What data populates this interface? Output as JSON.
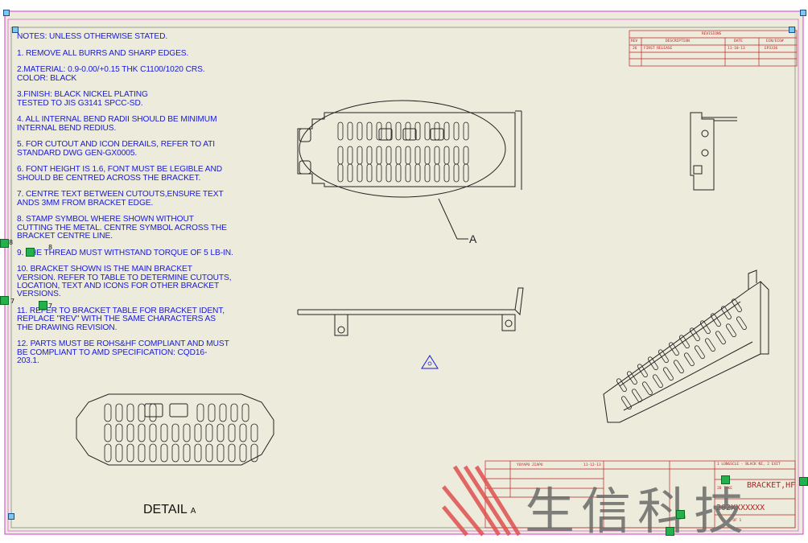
{
  "notes": [
    "NOTES: UNLESS OTHERWISE STATED.",
    "1. REMOVE ALL BURRS AND SHARP EDGES.",
    "2.MATERIAL: 0.9-0.00/+0.15 THK C1100/1020 CRS.\nCOLOR: BLACK",
    "3.FINISH: BLACK NICKEL PLATING\n   TESTED TO JIS G3141 SPCC-SD.",
    "4. ALL INTERNAL BEND RADII SHOULD BE MINIMUM\nINTERNAL BEND REDIUS.",
    "5. FOR CUTOUT AND ICON DERAILS, REFER TO ATI\nSTANDARD DWG GEN-GX0005.",
    "6. FONT HEIGHT IS 1.6, FONT MUST BE LEGIBLE AND\nSHOULD BE CENTRED ACROSS THE BRACKET.",
    "7. CENTRE TEXT BETWEEN CUTOUTS,ENSURE TEXT\nANDS 3MM FROM BRACKET EDGE.",
    "8. STAMP SYMBOL WHERE SHOWN WITHOUT\nCUTTING THE METAL. CENTRE SYMBOL ACROSS THE\nBRACKET CENTRE LINE.",
    "9. THE THREAD MUST WITHSTAND TORQUE OF 5 LB-IN.",
    "10. BRACKET SHOWN IS THE MAIN BRACKET\nVERSION. REFER TO TABLE TO DETERMINE CUTOUTS,\nLOCATION, TEXT AND ICONS FOR OTHER BRACKET\nVERSIONS.",
    "11. REFER TO BRACKET TABLE FOR BRACKET IDENT,\nREPLACE \"REV\" WITH THE SAME CHARACTERS AS\nTHE DRAWING REVISION.",
    "12. PARTS MUST BE ROHS&HF COMPLIANT AND MUST\nBE COMPLIANT TO AMD SPECIFICATION: CQD16-\n203.1."
  ],
  "detail": {
    "title": "DETAIL",
    "suffix": "A"
  },
  "callout_a": "A",
  "revision_table": {
    "header": "REVISIONS",
    "columns": [
      "REV",
      "DESCRIPTION",
      "DATE",
      "ECN/ECO#"
    ],
    "row": [
      "26",
      "FIRST RELEASE",
      "11-10-13",
      "EP3336"
    ]
  },
  "title_block": {
    "drawn": "YUYAPU JIAPU",
    "date": "11-12-13",
    "part_no": "202XXXXXXX",
    "doc_title": "BRACKET,HF",
    "line1": "1 LONGSCLE - BLACK NI, 2 EXIT",
    "line2": "2D TAKE",
    "sheet": "1 OF 1"
  },
  "watermark": "生信科技",
  "markers": [
    "8",
    "8",
    "7",
    "7"
  ],
  "colors": {
    "notes": "#1a1ad6",
    "border": "#d63ad6",
    "sheet_bg": "#ecebdc",
    "table": "#c02020",
    "marker": "#22b14c"
  }
}
